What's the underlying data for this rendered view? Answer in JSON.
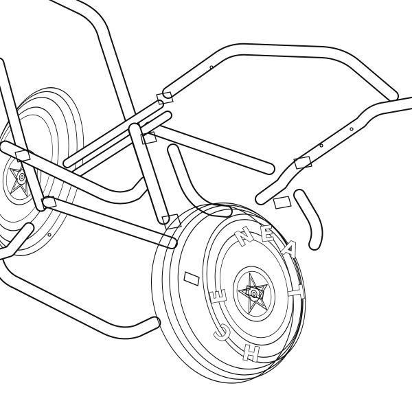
{
  "drawing": {
    "colors": {
      "line": "#111111",
      "background": "#ffffff"
    },
    "front_wheel_hub_lettering": [
      "N",
      "E",
      "A",
      "T",
      "E",
      "C",
      "H"
    ]
  }
}
